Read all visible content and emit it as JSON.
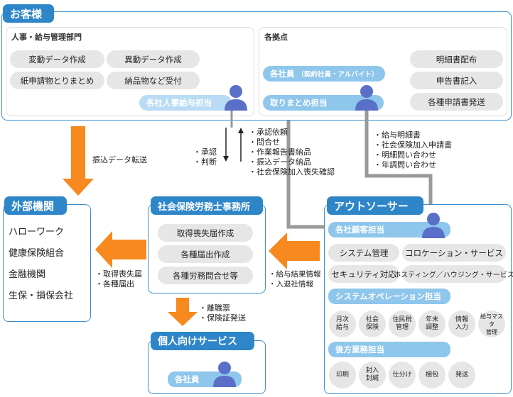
{
  "customer": {
    "title": "お客様",
    "hr": {
      "title": "人事・給与管理部門",
      "items": [
        "変動データ作成",
        "異動データ作成",
        "紙申請物とりまとめ",
        "納品物など受付"
      ],
      "person_label": "各社人事給与担当"
    },
    "sites": {
      "title": "各拠点",
      "person_label": "各社員",
      "person_sub": "（契約社員・アルバイト）",
      "coordinator_label": "取りまとめ担当",
      "items": [
        "明細書配布",
        "申告書記入",
        "各種申請書発送"
      ]
    }
  },
  "flows": {
    "transfer": "振込データ転送",
    "approve": [
      "・承認",
      "・判断"
    ],
    "requests": [
      "・承認依頼",
      "・問合せ",
      "・作業報告書納品",
      "・振込データ納品",
      "・社会保険加入喪失確認"
    ],
    "to_staff": [
      "・給与明細書",
      "・社会保険加入申請書",
      "・明細問い合わせ",
      "・年調問い合わせ"
    ],
    "to_office": [
      "・給与結果情報",
      "・入退社情報"
    ],
    "to_external": [
      "・取得喪失届",
      "・各種届出"
    ],
    "to_personal": [
      "・離職票",
      "・保険証発送"
    ]
  },
  "external": {
    "title": "外部機関",
    "items": [
      "ハローワーク",
      "健康保険組合",
      "金融機関",
      "生保・損保会社"
    ]
  },
  "office": {
    "title": "社会保険労務士事務所",
    "items": [
      "取得喪失届作成",
      "各種届出作成",
      "各種労務問合せ等"
    ]
  },
  "outsourcer": {
    "title": "アウトソーサー",
    "client_label": "各社顧客担当",
    "client_items": [
      "システム管理",
      "コロケーション・サービス",
      "セキュリティ対応",
      "ホスティング／ハウジング・サービス"
    ],
    "ops_label": "システムオペレーション担当",
    "ops_items": [
      "月次\n給与",
      "社会\n保険",
      "住民税\n管理",
      "年末\n調整",
      "情報\n入力",
      "給与マスタ\n管理"
    ],
    "back_label": "後方業務担当",
    "back_items": [
      "印刷",
      "封入\n封緘",
      "仕分け",
      "梱包",
      "発送"
    ]
  },
  "personal": {
    "title": "個人向けサービス",
    "person_label": "各社員"
  },
  "colors": {
    "accent": "#2e86c9",
    "arrow": "#f7891f",
    "label": "#8ec6ec"
  }
}
